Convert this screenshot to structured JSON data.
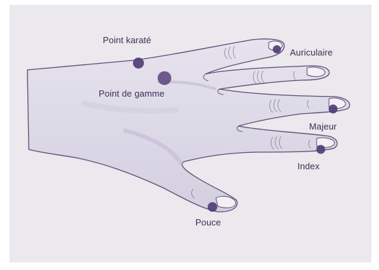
{
  "diagram": {
    "points": {
      "karate": "Point karaté",
      "gamme": "Point de gamme",
      "auriculaire": "Auriculaire",
      "majeur": "Majeur",
      "index": "Index",
      "pouce": "Pouce"
    },
    "colors": {
      "background": "#ebe8ee",
      "hand_fill": "#dedbe7",
      "outline": "#5a4d74",
      "point": "#4f3a73",
      "text": "#3d2f52"
    }
  }
}
